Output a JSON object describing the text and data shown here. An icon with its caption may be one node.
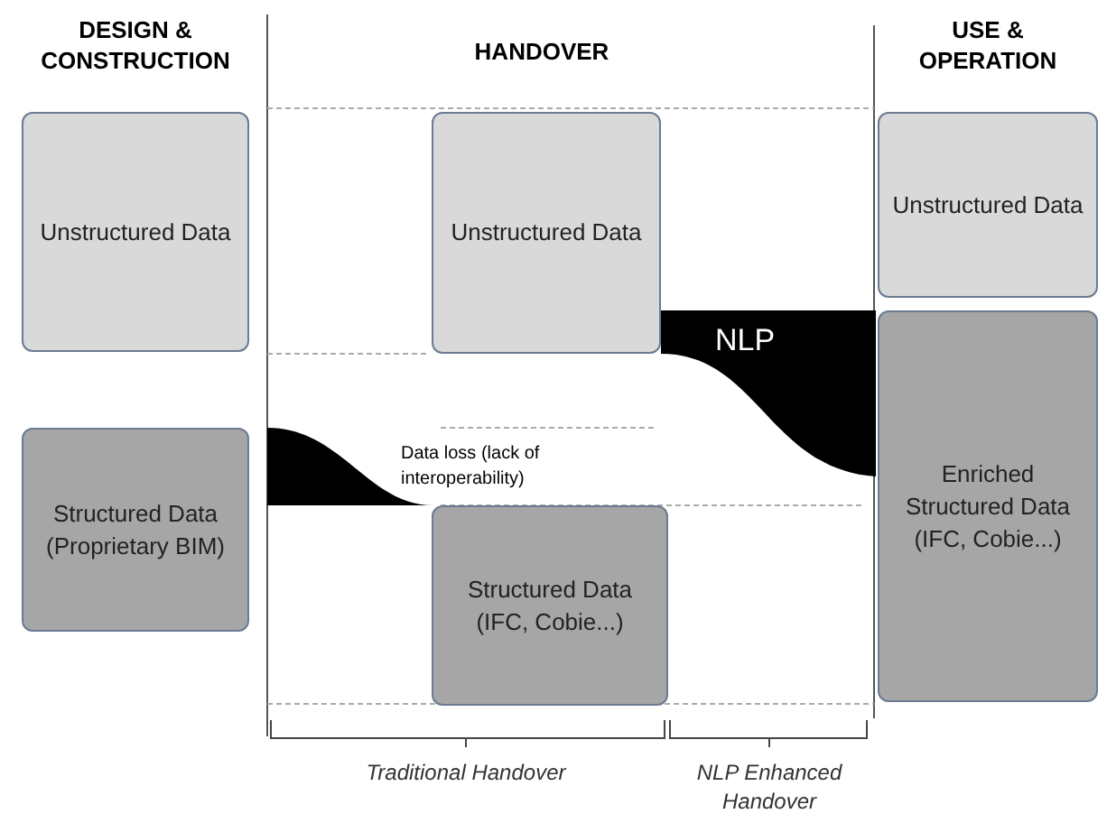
{
  "diagram": {
    "nodes": [
      {
        "text": [
          "Unstructured Data"
        ]
      },
      {
        "text": [
          "Structured Data (Proprietary BIM)"
        ]
      },
      {
        "text": [
          "Unstructured Data"
        ]
      },
      {
        "text": [
          "NLP"
        ]
      },
      {
        "text": [
          "Structured Data (IFC, Cobie...)"
        ]
      },
      {
        "text": [
          "Unstructured Data"
        ]
      },
      {
        "text": [
          "Enriched Structured Data (IFC, Cobie...)"
        ]
      },
      {
        "text": [],
        "shape": "band",
        "beside": [
          "Data loss (lack of interoperability)"
        ]
      }
    ],
    "labels": [
      "DESIGN & CONSTRUCTION",
      "HANDOVER",
      "USE & OPERATION",
      "Traditional Handover",
      "NLP Enhanced Handover"
    ]
  }
}
